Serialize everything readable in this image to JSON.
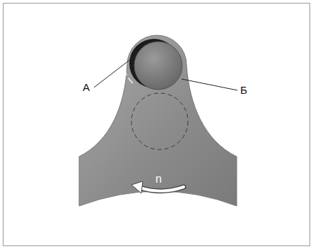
{
  "diagram": {
    "labels": [
      "А",
      "Б",
      "n"
    ]
  }
}
